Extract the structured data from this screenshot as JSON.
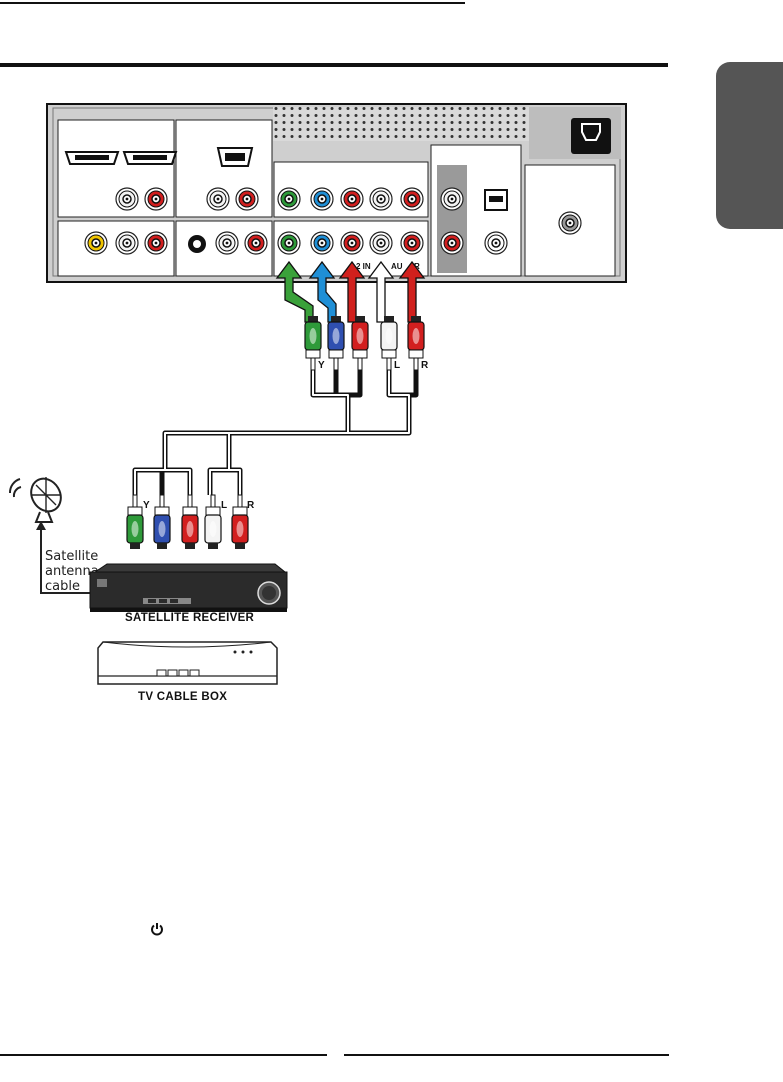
{
  "page": {
    "side_tab_color": "#555555",
    "rule_color": "#111111"
  },
  "tv_panel": {
    "port_labels": {
      "component2_in": "2 IN",
      "audio_partial": "AU",
      "r_partial": "R"
    }
  },
  "plugs_top": {
    "labels": [
      "Y",
      "L",
      "R"
    ]
  },
  "plugs_bottom": {
    "labels": [
      "Y",
      "L",
      "R"
    ]
  },
  "colors": {
    "green": "#2e9a3a",
    "blue": "#2f4fb0",
    "red": "#d21f1f",
    "white": "#f4f4f4",
    "yellow": "#f0c400",
    "arrow_green": "#3aa13a",
    "arrow_blue": "#1f8fd6",
    "arrow_red": "#d0201d"
  },
  "satellite": {
    "cable_label": [
      "Satellite",
      "antenna",
      "cable"
    ],
    "icon": "satellite-dish-icon"
  },
  "devices": {
    "receiver_label": "SATELLITE RECEIVER",
    "cable_box_label": "TV CABLE BOX"
  },
  "footer": {
    "power_icon": "power-icon"
  }
}
